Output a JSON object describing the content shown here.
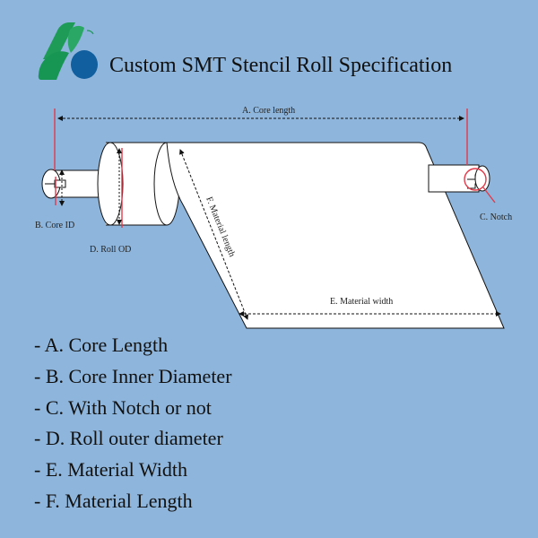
{
  "header": {
    "title": "Custom SMT Stencil Roll Specification"
  },
  "diagram": {
    "labels": {
      "core_length": "A. Core length",
      "core_id": "B. Core ID",
      "notch": "C. Notch",
      "roll_od": "D. Roll OD",
      "material_width": "E. Material width",
      "material_length": "F. Material length"
    }
  },
  "specs": [
    {
      "text": "- A. Core Length"
    },
    {
      "text": "- B. Core Inner Diameter"
    },
    {
      "text": "- C. With Notch or not"
    },
    {
      "text": "- D. Roll outer diameter"
    },
    {
      "text": "- E. Material Width"
    },
    {
      "text": "- F. Material Length"
    }
  ],
  "colors": {
    "background": "#8eb5db",
    "logo_green": "#1e9b57",
    "logo_blue": "#115f9f",
    "marker_red": "#e23a4a",
    "material_fill": "#ffffff",
    "line_dark": "#111111"
  },
  "icons": {
    "logo": "company-logo-icon"
  }
}
